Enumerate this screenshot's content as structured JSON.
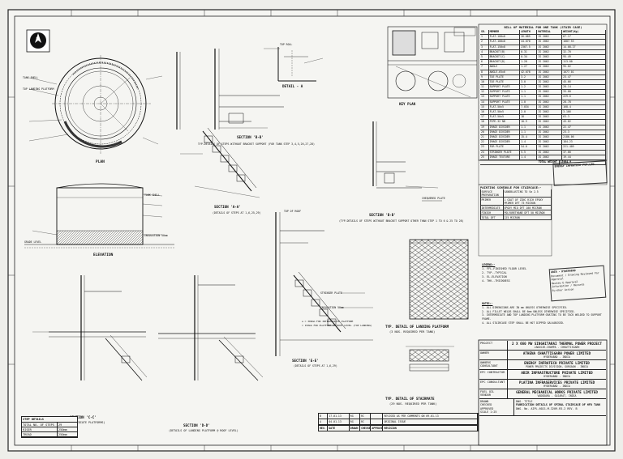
{
  "views": {
    "plan_label": "PLAN",
    "elevation_label": "ELEVATION",
    "key_plan_label": "KEY PLAN",
    "detail_a": "DETAIL - A",
    "section_bb_top": "SECTION 'B-B'",
    "section_bb_top_note": "TYP.DETAILS OF STEPS WITHOUT BRACKET SUPPORT (FOR TANK STEP 3,4,5,26,27,28)",
    "section_aa": "SECTION 'A-A'",
    "section_aa_note": "(DETAILS OF STEPS AT 1,6,25,29)",
    "section_bb_mid": "SECTION 'B-B'",
    "section_bb_mid_note": "(TYP.DETAILS OF STEPS WITHOUT BRACKET SUPPORT OTHER THAN STEP 1 TO 6 & 25 TO 28)",
    "section_cc": "SECTION 'C-C'",
    "section_cc_note": "(DETAILS OF INTERMEDIATE PLATFORMS)",
    "section_dd": "SECTION 'D-D'",
    "section_dd_note": "(DETAILS OF LANDING PLATFORM @ ROOF LEVEL)",
    "section_ee": "SECTION 'E-E'",
    "section_ee_note": "(DETAILS OF STEPS AT 1,6,29)",
    "landing_detail": "TYP. DETAIL OF LANDING PLATFORM",
    "landing_detail_sub": "(3 NOS. REQUIRED PER TANK)",
    "stairmate_detail": "TYP. DETAIL OF STAIRMATE",
    "stairmate_detail_sub": "(29 NOS. REQUIRED PER TANK)"
  },
  "callouts": {
    "top_roll": "TOP ROLL",
    "tank_shell": "TANK SHELL",
    "top_landing": "TOP LANDING PLATFORM",
    "insulation": "INSULATION 50mm",
    "stringer": "STRINGER PLATE",
    "ground_floor": "GRADE LEVEL",
    "gap_note": "a = 300mm FOR INTERMEDIATE PLATFORM",
    "gap_note2": "= 150mm FOR PLATFORM AT ROOF LEVEL (TOP LANDING)",
    "chequered": "CHEQUERED PLATE",
    "roof_level": "TOP OF ROOF"
  },
  "step_details": {
    "title": "STEP DETAILS",
    "rows": [
      {
        "label": "TOTAL NO. OF STEPS",
        "value": "29"
      },
      {
        "label": "RISER",
        "value": "250mm"
      },
      {
        "label": "TREAD",
        "value": "250mm"
      }
    ]
  },
  "bom": {
    "title": "BILL OF MATERIAL FOR ONE TANK (STAIR CASE)",
    "headers": [
      "SR.",
      "MEMBER",
      "LENGTH",
      "MATERIAL",
      "WEIGHT(Kg)"
    ],
    "rows": [
      [
        "1",
        "FLAT-100x8",
        "26.085",
        "IS 2062",
        "67.17"
      ],
      [
        "2",
        "FLAT-100x8",
        "44.070",
        "IS 2062",
        "1007.53"
      ],
      [
        "3",
        "FLAT-150x8",
        "2367.5",
        "IS 2062",
        "14.08.27"
      ],
      [
        "4",
        "BRACKET(B)",
        "0.31",
        "IS 2062",
        "32.70"
      ],
      [
        "5",
        "BRACKET(C)",
        "0.34",
        "IS 2062",
        "95.49"
      ],
      [
        "6",
        "BRACKET(D)",
        "1.28",
        "IS 2062",
        "113.00"
      ],
      [
        "7",
        "ANGLE",
        "1.27",
        "IS 2062",
        "95.02"
      ],
      [
        "8",
        "ANGLE-65x6",
        "42.078",
        "IS 2062",
        "1077.01"
      ],
      [
        "9",
        "TOE PLATE",
        "3.2",
        "IS 2062",
        "23.47"
      ],
      [
        "10",
        "TOE PLATE",
        "3.0",
        "IS 2062",
        "45.66"
      ],
      [
        "11",
        "SUPPORT PLATE",
        "1.2",
        "IS 2062",
        "28.14"
      ],
      [
        "12",
        "SUPPORT PLATE",
        "1.1",
        "IS 2062",
        "33.00"
      ],
      [
        "13",
        "SUPPORT PLATE",
        "1.1",
        "IS 2062",
        "229.6"
      ],
      [
        "14",
        "SUPPORT PLATE",
        "1.0",
        "IS 2062",
        "28.78"
      ],
      [
        "15",
        "FLAT-50x5",
        "7.034",
        "IS 2062",
        "168.4"
      ],
      [
        "16",
        "FLAT-50x5",
        "2.0",
        "IS 2062",
        "3.166"
      ],
      [
        "17",
        "FLAT-50x5",
        "18",
        "IS 2062",
        "63.3"
      ],
      [
        "18",
        "PIPE-32 NB",
        "10.9",
        "IS 2062",
        "43.02"
      ],
      [
        "19",
        "IMAGE DIVIDER",
        "1.1",
        "IS 2062",
        "22.47"
      ],
      [
        "20",
        "IMAGE DIVIDER",
        "1.1",
        "IS 2062",
        "23.3"
      ],
      [
        "21",
        "IMAGE DIVIDER",
        "15.4",
        "IS 2062",
        "2186.06"
      ],
      [
        "22",
        "IMAGE DIVIDER",
        "1.4",
        "IS 2062",
        "184.23"
      ],
      [
        "23",
        "FOR PLATE",
        "54.0",
        "IS 2062",
        "221.409"
      ],
      [
        "24",
        "STRINGER PLATE",
        "5.5",
        "IS 2062",
        "37.00"
      ],
      [
        "25",
        "IMAGE TEXTURE",
        "1.4",
        "IS 2062",
        "19.44"
      ]
    ],
    "total_label": "TOTAL WEIGHT",
    "total_value": "15684.9"
  },
  "painting": {
    "title": "PAINTING SCHEDULE FOR STAIRCASE:-",
    "rows": [
      [
        "SURFACE PREPARATION",
        "SANDBLASTING TO Sa 2.5"
      ],
      [
        "PRIMER",
        "1 COAT OF ZINC RICH EPOXY PRIMER DFT 75 MICRON"
      ],
      [
        "INTERMEDIATE",
        "EPOXY MIO DFT 100 MICRON"
      ],
      [
        "FINISH",
        "POLYURETHANE DFT 50 MICRON"
      ],
      [
        "TOTAL DFT",
        "225 MICRON"
      ]
    ]
  },
  "legend": {
    "title": "LEGEND:-",
    "items": [
      "1. FFL-FINISHED FLOOR LEVEL",
      "2. TYP.-TYPICAL",
      "3. EL-ELEVATION",
      "4. THK.-THICKNESS"
    ]
  },
  "notes": {
    "title": "NOTES:-",
    "items": [
      "1. ALL DIMENSIONS ARE IN mm UNLESS OTHERWISE SPECIFIED.",
      "2. ALL FILLET WELDS SHALL BE 6mm UNLESS OTHERWISE SPECIFIED.",
      "3. INTERMEDIATE AND TOP LANDING PLATFORM GRATING TO BE TACK WELDED TO SUPPORT FRAME.",
      "4. ALL STAIRCASE STEP SHALL BE HOT DIPPED GALVANISED."
    ]
  },
  "stamp": {
    "line1": "ABIR - HYDERABAD",
    "line2": "Document / Drawing Reviewed For",
    "line3": "Approval",
    "line4": "Review & Approval",
    "line5": "Information / Records",
    "line6": "Further Action"
  },
  "approval_stamp": "ENERGY INFRATECH PVT.LTD.",
  "title_block": {
    "project_label": "PROJECT",
    "project": "2 X 660 MW SINGHITARAI THERMAL POWER PROJECT",
    "project_sub": "JANJGIR-CHAMPA - CHHATTISGARH",
    "owner_label": "OWNER",
    "owner": "ATHENA CHHATTISGARH POWER LIMITED",
    "owner_sub": "HYDERABAD - INDIA",
    "consultant_label": "OWNERS CONSULTANT",
    "consultant": "ENERGY INFRATECH PRIVATE LIMITED",
    "consultant_sub": "POWER PROJECTS DIVISION, GURGAON - INDIA",
    "epc_label": "EPC CONTRACTOR",
    "epc": "ABIR INFRASTRUCTURE PRIVATE LIMITED",
    "epc_sub": "HYDERABAD - INDIA",
    "epc_consultant_label": "EPC CONSULTANT",
    "epc_consultant": "PLATINA INFRASERVICES PRIVATE LIMITED",
    "epc_consultant_sub": "HYDERABAD - INDIA",
    "vendor_label": "FUEL OIL VENDOR",
    "vendor": "GENERAL MECHANICAL WORKS PRIVATE LIMITED",
    "vendor_sub": "VADODARA - GUJARAT, INDIA",
    "dwg_title_label": "DWG. TITLE",
    "dwg_title": "FABRICATION DETAILS OF SPIRAL STAIRCASE OF HFO TANK",
    "drawn": "DRAWN",
    "checked": "CHECKED",
    "approved": "APPROVED",
    "dwg_no_label": "DWG. No.",
    "dwg_no": "AIPL-6021-M-3209-R3-2",
    "rev_label": "REV.",
    "rev": "B",
    "scale_label": "SCALE",
    "scale": "1:25"
  },
  "revisions": {
    "rows": [
      [
        "B",
        "17.01.13",
        "RG",
        "RC",
        "",
        "REVISED AS PER COMMENTS ON 09.01.13"
      ],
      [
        "A",
        "04.01.13",
        "RG",
        "RC",
        "",
        "ORIGINAL ISSUE"
      ]
    ],
    "headers": [
      "REV.",
      "DATE",
      "DRAWN",
      "CHECKED",
      "APPROVED",
      "REVISION"
    ]
  }
}
